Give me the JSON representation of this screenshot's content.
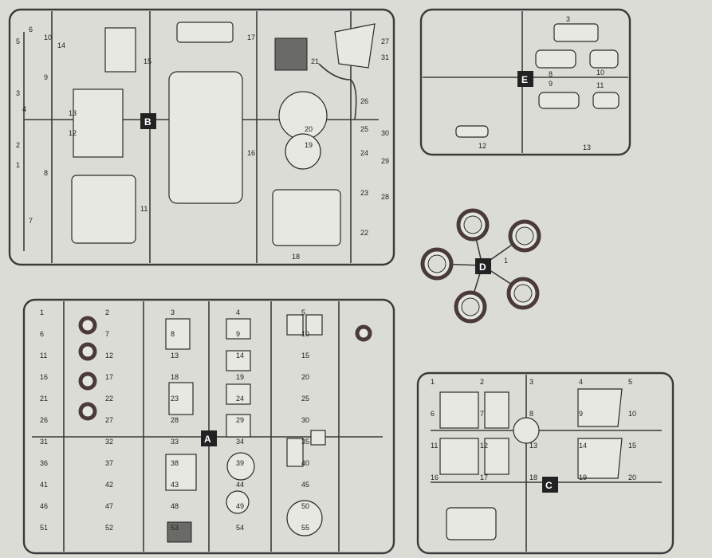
{
  "sprues": {
    "B": {
      "letter": "B",
      "numbers": [
        "1",
        "2",
        "3",
        "4",
        "5",
        "6",
        "7",
        "8",
        "9",
        "10",
        "11",
        "12",
        "13",
        "14",
        "15",
        "16",
        "17",
        "18",
        "19",
        "20",
        "21",
        "22",
        "23",
        "24",
        "25",
        "26",
        "27",
        "28",
        "29",
        "30",
        "31"
      ]
    },
    "E": {
      "letter": "E",
      "numbers": [
        "3",
        "8",
        "9",
        "10",
        "11",
        "12",
        "13"
      ]
    },
    "D": {
      "letter": "D",
      "numbers": [
        "1"
      ]
    },
    "A": {
      "letter": "A",
      "numbers": [
        "1",
        "2",
        "3",
        "4",
        "5",
        "6",
        "7",
        "8",
        "9",
        "10",
        "11",
        "12",
        "13",
        "14",
        "15",
        "16",
        "17",
        "18",
        "19",
        "20",
        "21",
        "22",
        "23",
        "24",
        "25",
        "26",
        "27",
        "28",
        "29",
        "30",
        "31",
        "32",
        "33",
        "34",
        "35",
        "36",
        "37",
        "38",
        "39",
        "40",
        "41",
        "42",
        "43",
        "44",
        "45",
        "46",
        "47",
        "48",
        "49",
        "50",
        "51",
        "52",
        "53",
        "54",
        "55"
      ]
    },
    "C": {
      "letter": "C",
      "numbers": [
        "1",
        "2",
        "3",
        "4",
        "5",
        "6",
        "7",
        "8",
        "9",
        "10",
        "11",
        "12",
        "13",
        "14",
        "15",
        "16",
        "17",
        "18",
        "19",
        "20"
      ]
    }
  },
  "colors": {
    "background": "#dcdcd6",
    "frame": "#3a3a3a",
    "tag": "#222222",
    "tire": "#4a3a3a"
  }
}
